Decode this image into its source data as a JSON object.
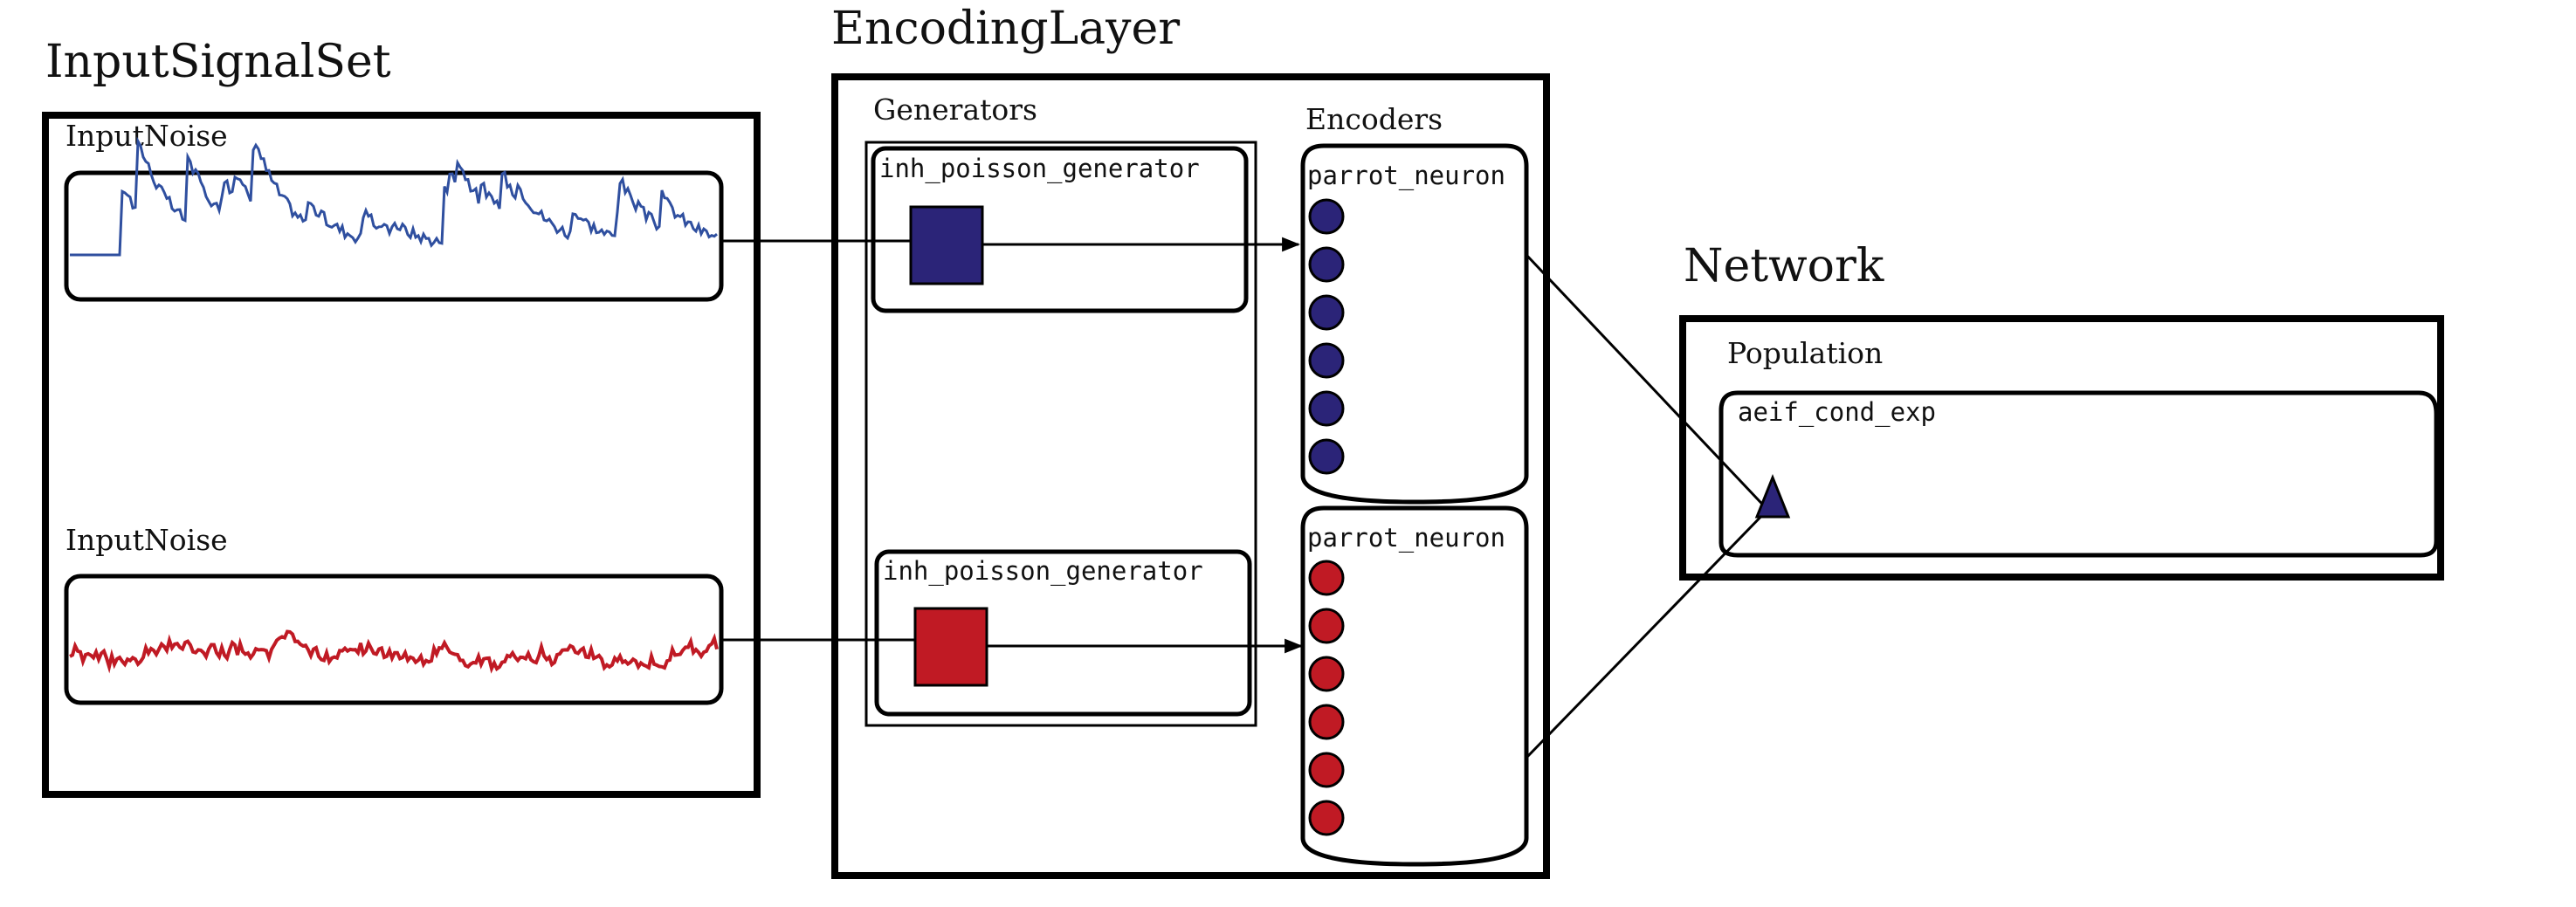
{
  "colors": {
    "inhibitory_blue": "#2b2478",
    "excitatory_red": "#c01a24",
    "signal_blue": "#2f4f9f",
    "signal_red": "#c01a24",
    "stroke": "#000000"
  },
  "input_signal_set": {
    "title": "InputSignalSet",
    "signals": [
      {
        "label": "InputNoise",
        "trace_color": "signal_blue"
      },
      {
        "label": "InputNoise",
        "trace_color": "signal_red"
      }
    ]
  },
  "encoding_layer": {
    "title": "EncodingLayer",
    "generators": {
      "label": "Generators",
      "items": [
        {
          "label": "inh_poisson_generator"
        },
        {
          "label": "inh_poisson_generator"
        }
      ]
    },
    "encoders": {
      "label": "Encoders",
      "items": [
        {
          "label": "parrot_neuron",
          "neuron_count": 6
        },
        {
          "label": "parrot_neuron",
          "neuron_count": 6
        }
      ]
    }
  },
  "network": {
    "title": "Network",
    "population": {
      "label": "Population",
      "model": "aeif_cond_exp"
    }
  }
}
